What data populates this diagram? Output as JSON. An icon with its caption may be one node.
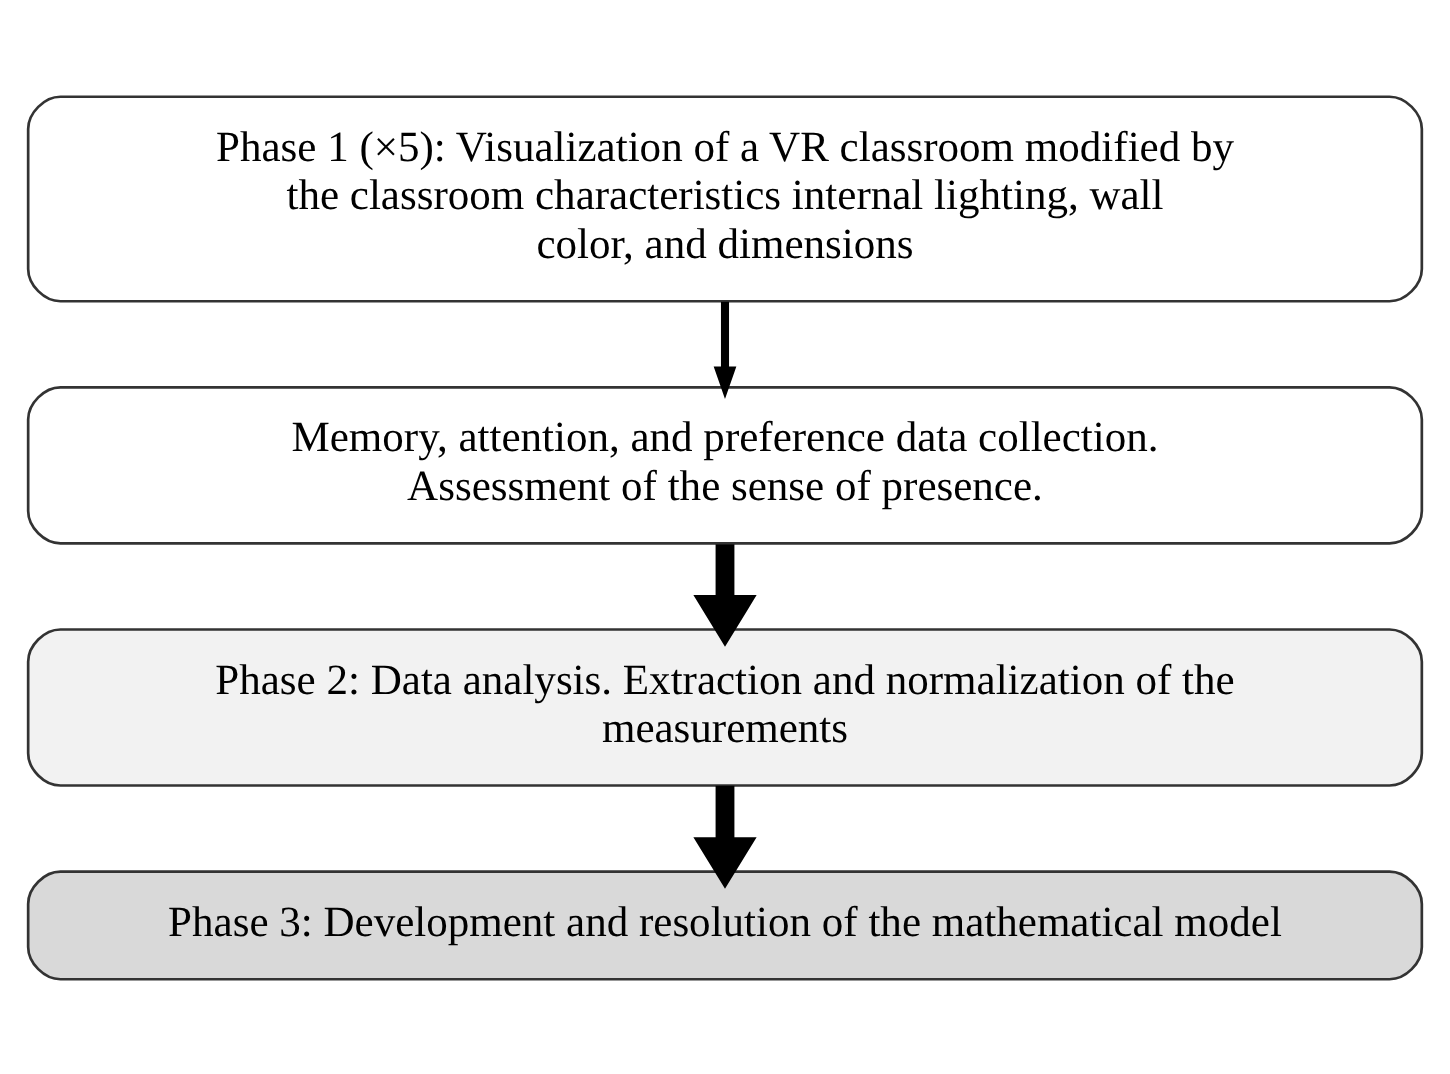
{
  "diagram": {
    "nodes": [
      {
        "text": [
          "Phase 1 (×5): Visualization of a VR classroom modified by the classroom characteristics internal lighting, wall color, and dimensions"
        ]
      },
      {
        "text": [
          "Memory, attention, and preference data collection. Assessment of the sense of presence."
        ]
      },
      {
        "text": [
          "Phase 2: Data analysis. Extraction and normalization of the measurements"
        ]
      },
      {
        "text": [
          "Phase 3: Development and resolution of the mathematical model"
        ]
      }
    ],
    "edges": [
      {
        "from": 0,
        "to": 1,
        "arrow": "to"
      },
      {
        "from": 1,
        "to": 2,
        "arrow": "to"
      },
      {
        "from": 2,
        "to": 3,
        "arrow": "to"
      }
    ]
  }
}
